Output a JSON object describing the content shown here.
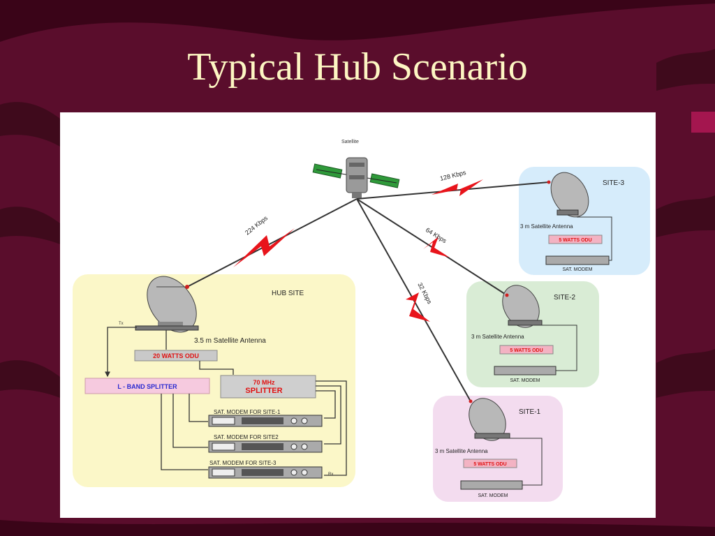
{
  "slide": {
    "title": "Typical Hub Scenario"
  },
  "colors": {
    "background": "#5a0d2c",
    "title": "#fdf6c3",
    "hub_area": "#fbf7c8",
    "site3_area": "#d6ecfb",
    "site2_area": "#d9ecd5",
    "site1_area": "#f3dcef",
    "lightning": "#e8141b"
  },
  "diagram": {
    "satellite_label": "Satellite",
    "links": {
      "hub": "224 Kbps",
      "site3": "128 Kbps",
      "site2": "64 Kbps",
      "site1": "32 Kbps"
    },
    "hub": {
      "title": "HUB SITE",
      "antenna": "3.5 m Satellite Antenna",
      "odu": "20 WATTS ODU",
      "l_band_splitter": "L - BAND SPLITTER",
      "splitter_line1": "70 MHz",
      "splitter_line2": "SPLITTER",
      "modems": [
        "SAT. MODEM FOR SITE-1",
        "SAT. MODEM FOR SITE2",
        "SAT. MODEM FOR SITE-3"
      ],
      "tx": "Tx",
      "rx": "Rx"
    },
    "site3": {
      "title": "SITE-3",
      "antenna": "3 m Satellite Antenna",
      "odu": "5 WATTS ODU",
      "modem": "SAT. MODEM"
    },
    "site2": {
      "title": "SITE-2",
      "antenna": "3 m Satellite Antenna",
      "odu": "5 WATTS ODU",
      "modem": "SAT. MODEM"
    },
    "site1": {
      "title": "SITE-1",
      "antenna": "3 m Satellite Antenna",
      "odu": "5 WATTS ODU",
      "modem": "SAT. MODEM"
    }
  }
}
